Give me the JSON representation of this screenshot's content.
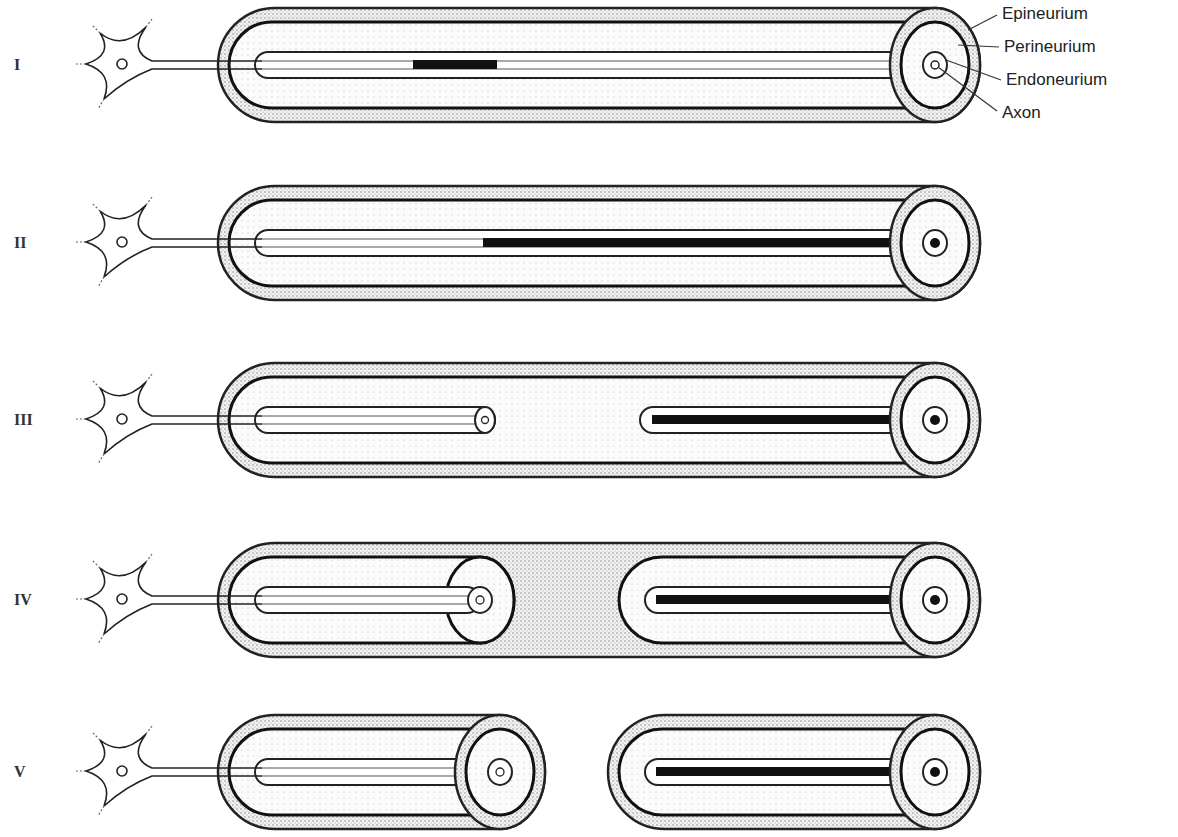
{
  "diagram": {
    "labels": [
      "I",
      "Epineurium",
      "Perineurium",
      "Endoneurium",
      "Axon",
      "II",
      "III",
      "IV",
      "V"
    ]
  }
}
